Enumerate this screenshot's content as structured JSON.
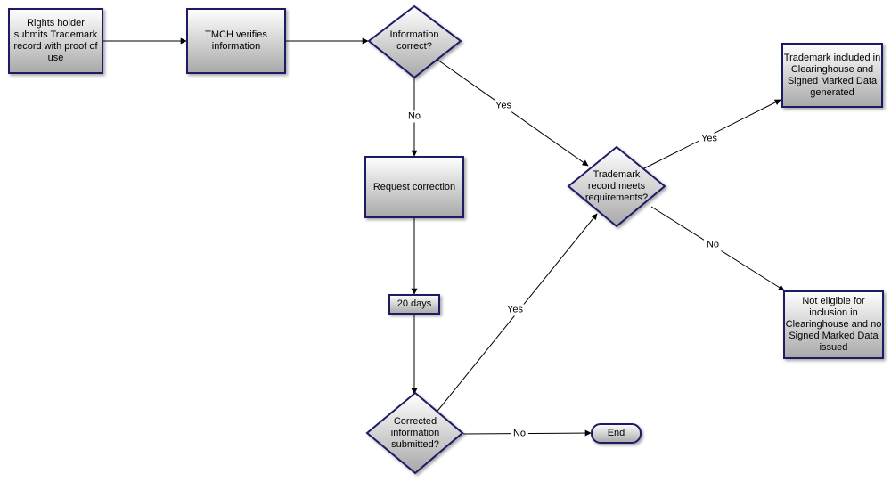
{
  "nodes": {
    "submit": {
      "label": "Rights holder\nsubmits Trademark\nrecord  with proof of\nuse"
    },
    "verify": {
      "label": "TMCH verifies\ninformation"
    },
    "info_correct": {
      "label": "Information\ncorrect?"
    },
    "request_correction": {
      "label": "Request correction"
    },
    "wait": {
      "label": "20 days"
    },
    "corrected_submitted": {
      "label": "Corrected\ninformation\nsubmitted?"
    },
    "end": {
      "label": "End"
    },
    "meets_requirements": {
      "label": "Trademark\nrecord meets\nrequirements?"
    },
    "included": {
      "label": "Trademark included in\nClearinghouse and\nSigned Marked Data\ngenerated"
    },
    "not_eligible": {
      "label": "Not eligible for\ninclusion in\nClearinghouse and no\nSigned Marked Data\nissued"
    }
  },
  "edges": {
    "info_no": "No",
    "info_yes": "Yes",
    "corrected_yes": "Yes",
    "corrected_no": "No",
    "meets_yes": "Yes",
    "meets_no": "No"
  },
  "colors": {
    "node_border": "#1a1a66",
    "node_fill_top": "#ffffff",
    "node_fill_bottom": "#a8a8a8",
    "edge": "#000000"
  }
}
